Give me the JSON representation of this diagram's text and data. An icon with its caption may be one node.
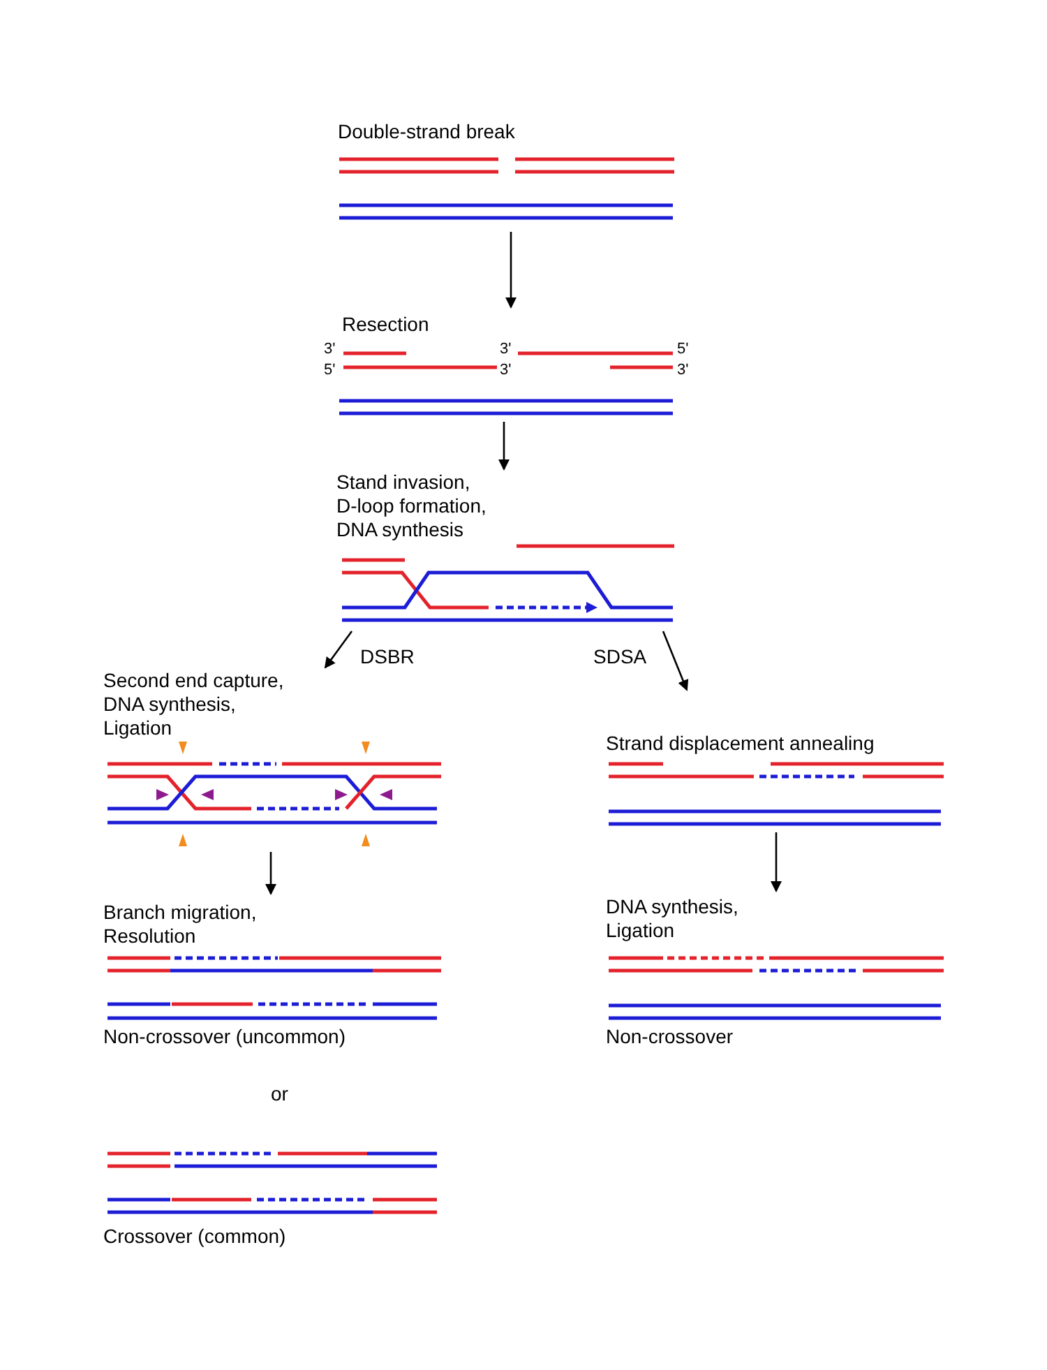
{
  "diagram": {
    "nodes": [
      {
        "text": [
          "Double-strand break"
        ]
      },
      {
        "text": [
          "Resection"
        ]
      },
      {
        "text": [
          "Stand invasion, D-loop formation, DNA synthesis"
        ]
      },
      {
        "text": [
          "Second end capture, DNA synthesis, Ligation"
        ]
      },
      {
        "text": [
          "Strand displacement annealing"
        ]
      },
      {
        "text": [
          "Branch migration, Resolution",
          "Non-crossover (uncommon)"
        ]
      },
      {
        "text": [
          "DNA synthesis, Ligation",
          "Non-crossover"
        ]
      },
      {
        "text": [
          "Crossover (common)"
        ]
      }
    ],
    "edges": [
      {
        "from": 0,
        "to": 1,
        "arrow": "to"
      },
      {
        "from": 1,
        "to": 2,
        "arrow": "to"
      },
      {
        "from": 2,
        "to": 3,
        "arrow": "to",
        "label": "DSBR"
      },
      {
        "from": 2,
        "to": 4,
        "arrow": "to",
        "label": "SDSA"
      },
      {
        "from": 3,
        "to": 5,
        "arrow": "to"
      },
      {
        "from": 4,
        "to": 6,
        "arrow": "to"
      }
    ],
    "labels": [
      "3'",
      "3'",
      "5'",
      "5'",
      "3'",
      "3'",
      "or"
    ]
  }
}
